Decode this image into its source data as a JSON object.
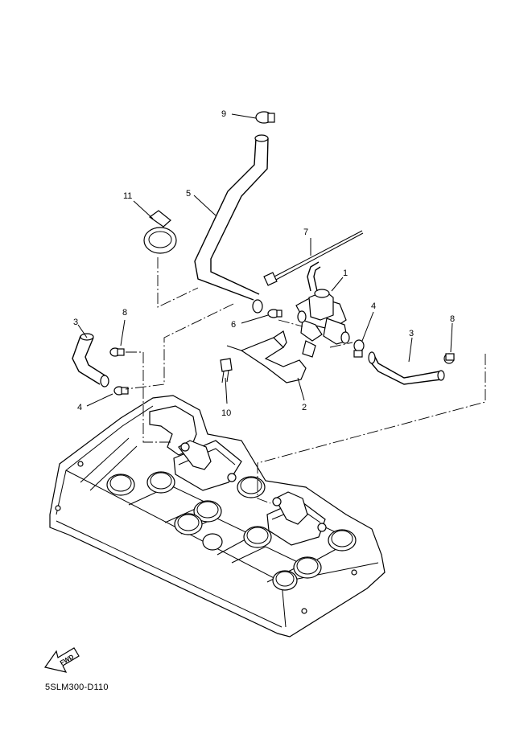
{
  "callouts": {
    "c1": "1",
    "c2": "2",
    "c3a": "3",
    "c3b": "3",
    "c4a": "4",
    "c4b": "4",
    "c5": "5",
    "c6": "6",
    "c7": "7",
    "c8a": "8",
    "c8b": "8",
    "c9": "9",
    "c10": "10",
    "c11": "11"
  },
  "fwd_label": "FWD",
  "drawing_code": "5SLM300-D110"
}
